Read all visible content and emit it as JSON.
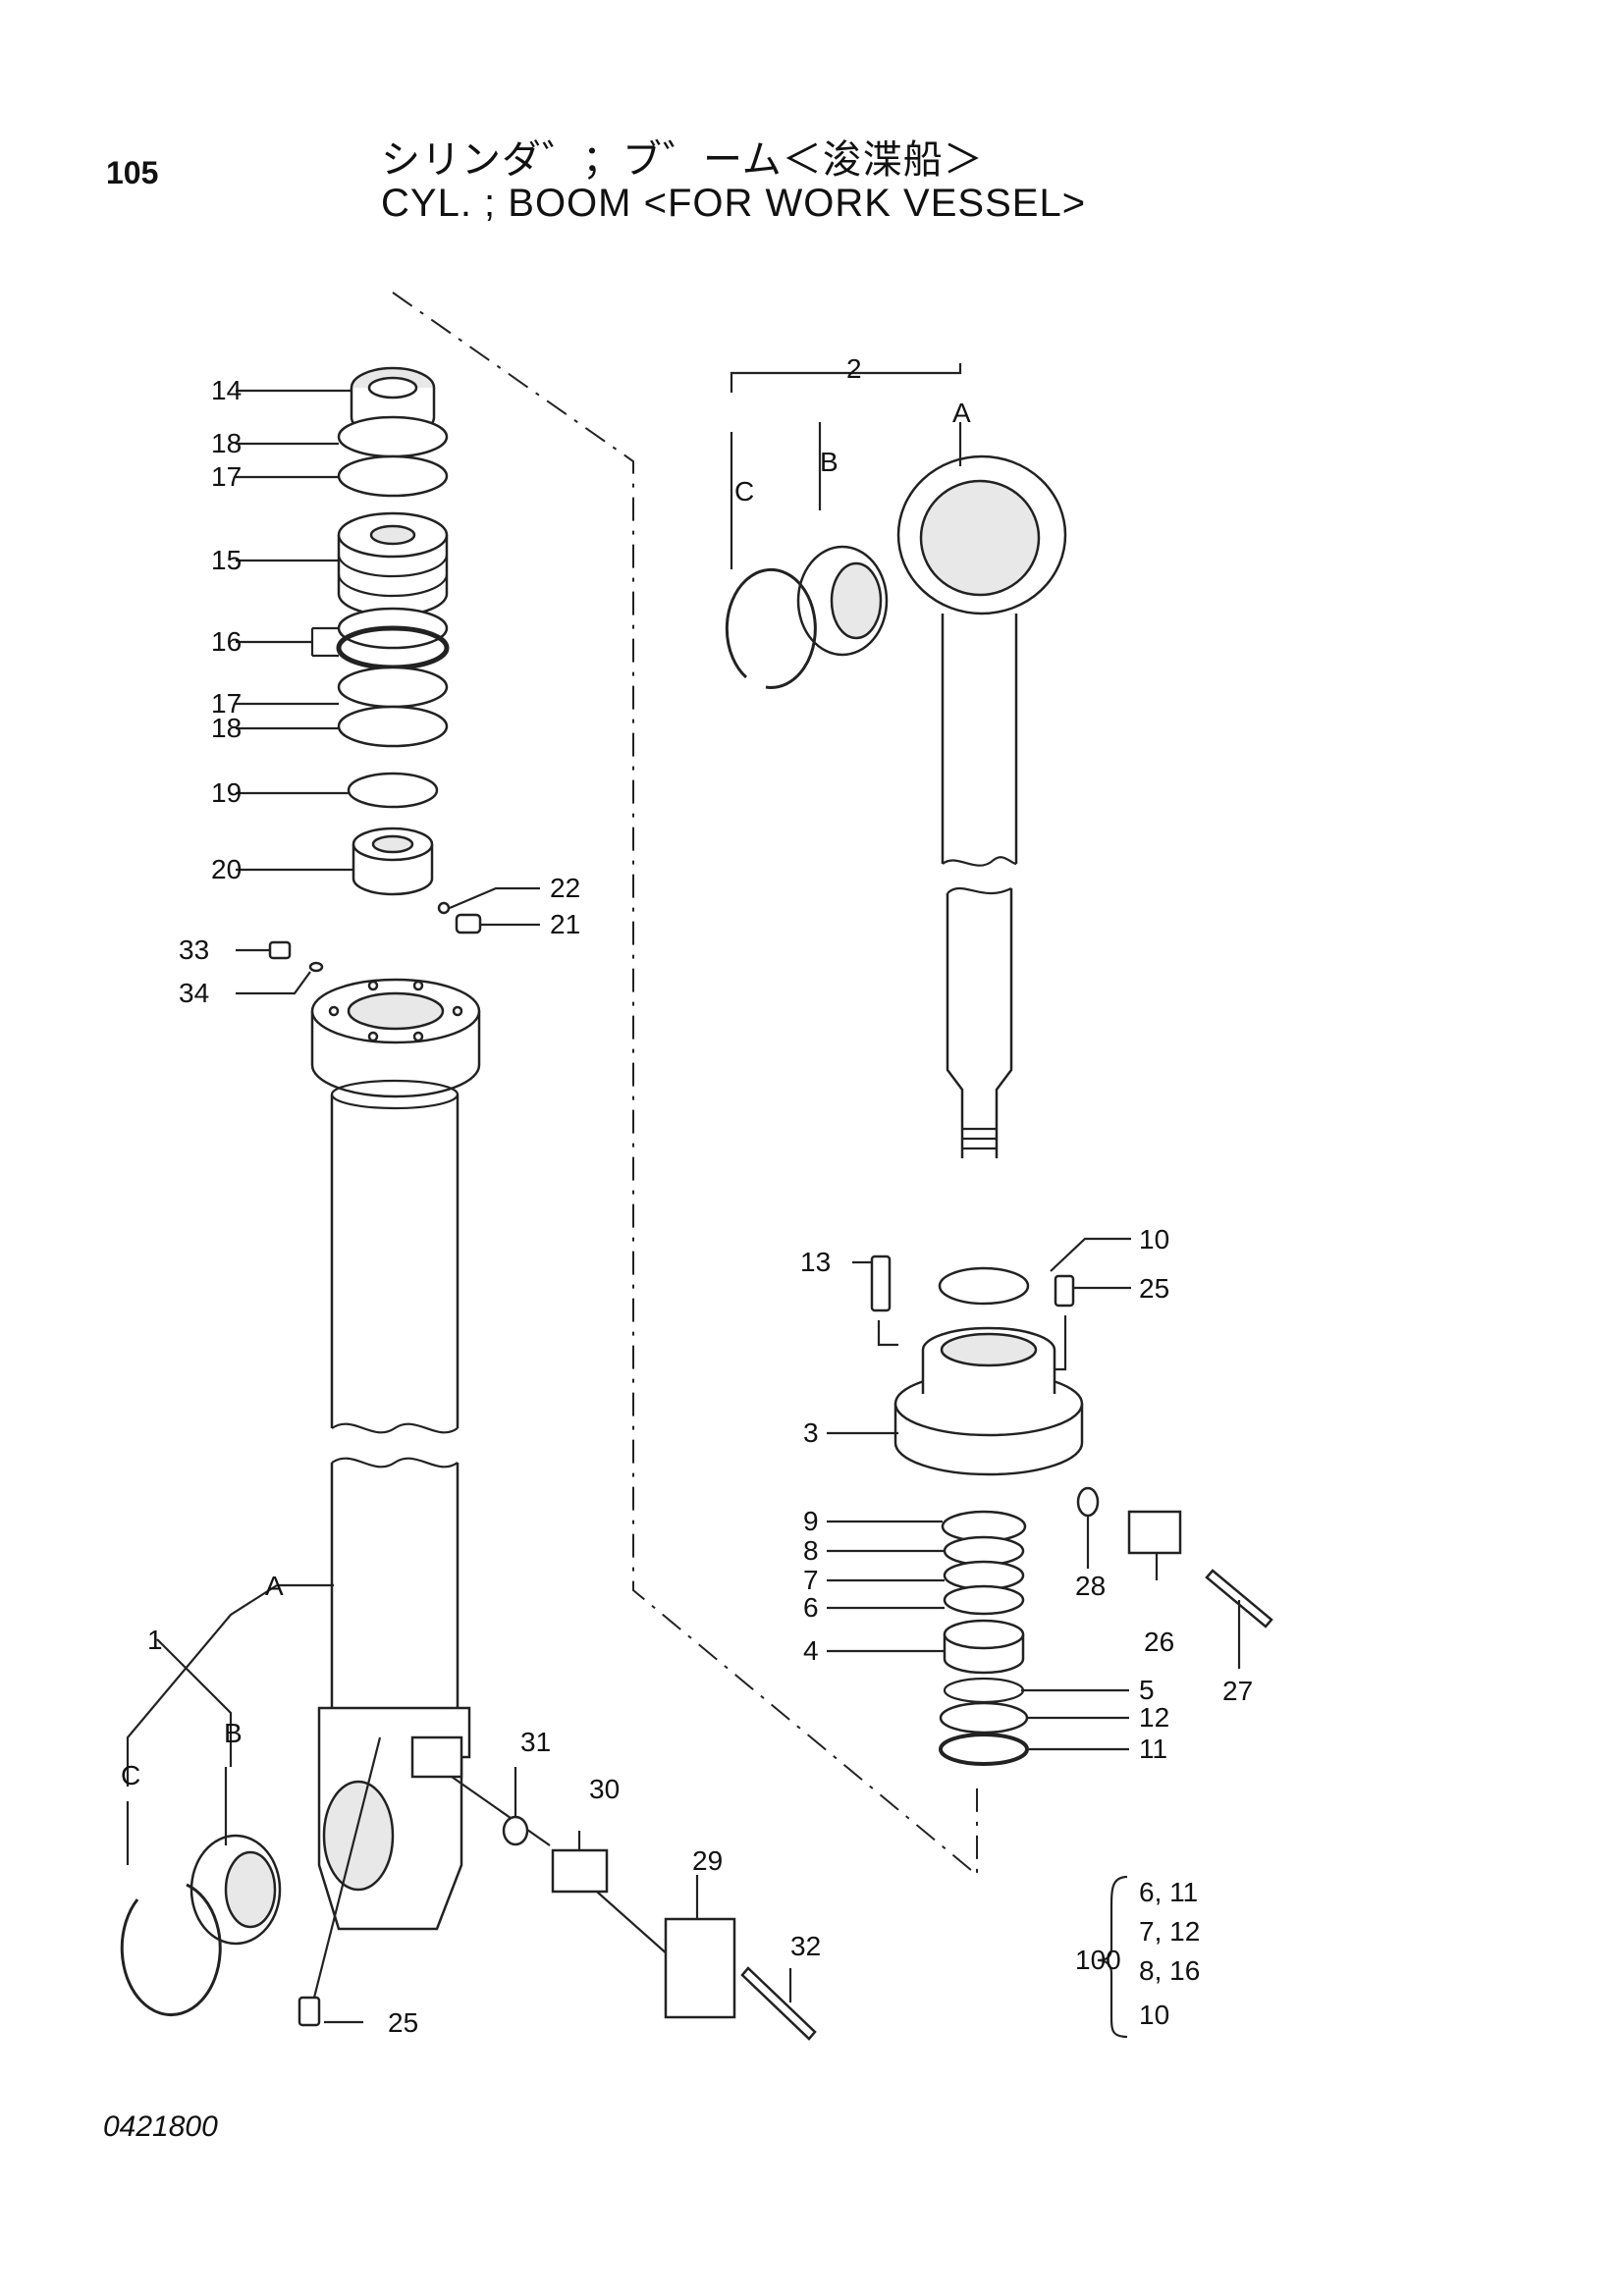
{
  "header": {
    "page_number": "105",
    "title_ja": "シリンダ゛；ブ゛ーム＜浚渫船＞",
    "title_en": "CYL. ; BOOM <FOR WORK VESSEL>"
  },
  "footer": {
    "drawing_number": "0421800"
  },
  "labels": {
    "l1": "1",
    "l2": "2",
    "l3": "3",
    "l4": "4",
    "l5": "5",
    "l6": "6",
    "l7": "7",
    "l8": "8",
    "l9": "9",
    "l10": "10",
    "l11": "11",
    "l12": "12",
    "l13": "13",
    "l14": "14",
    "l15": "15",
    "l16": "16",
    "l17a": "17",
    "l17b": "17",
    "l18a": "18",
    "l18b": "18",
    "l19": "19",
    "l20": "20",
    "l21": "21",
    "l22": "22",
    "l25a": "25",
    "l25b": "25",
    "l26": "26",
    "l27": "27",
    "l28": "28",
    "l29": "29",
    "l30": "30",
    "l31": "31",
    "l32": "32",
    "l33": "33",
    "l34": "34",
    "rod_a": "A",
    "rod_b": "B",
    "rod_c": "C",
    "tube_a": "A",
    "tube_b": "B",
    "tube_c": "C"
  },
  "kit": {
    "number": "100",
    "items": [
      "6, 11",
      "7, 12",
      "8, 16",
      "10"
    ]
  }
}
